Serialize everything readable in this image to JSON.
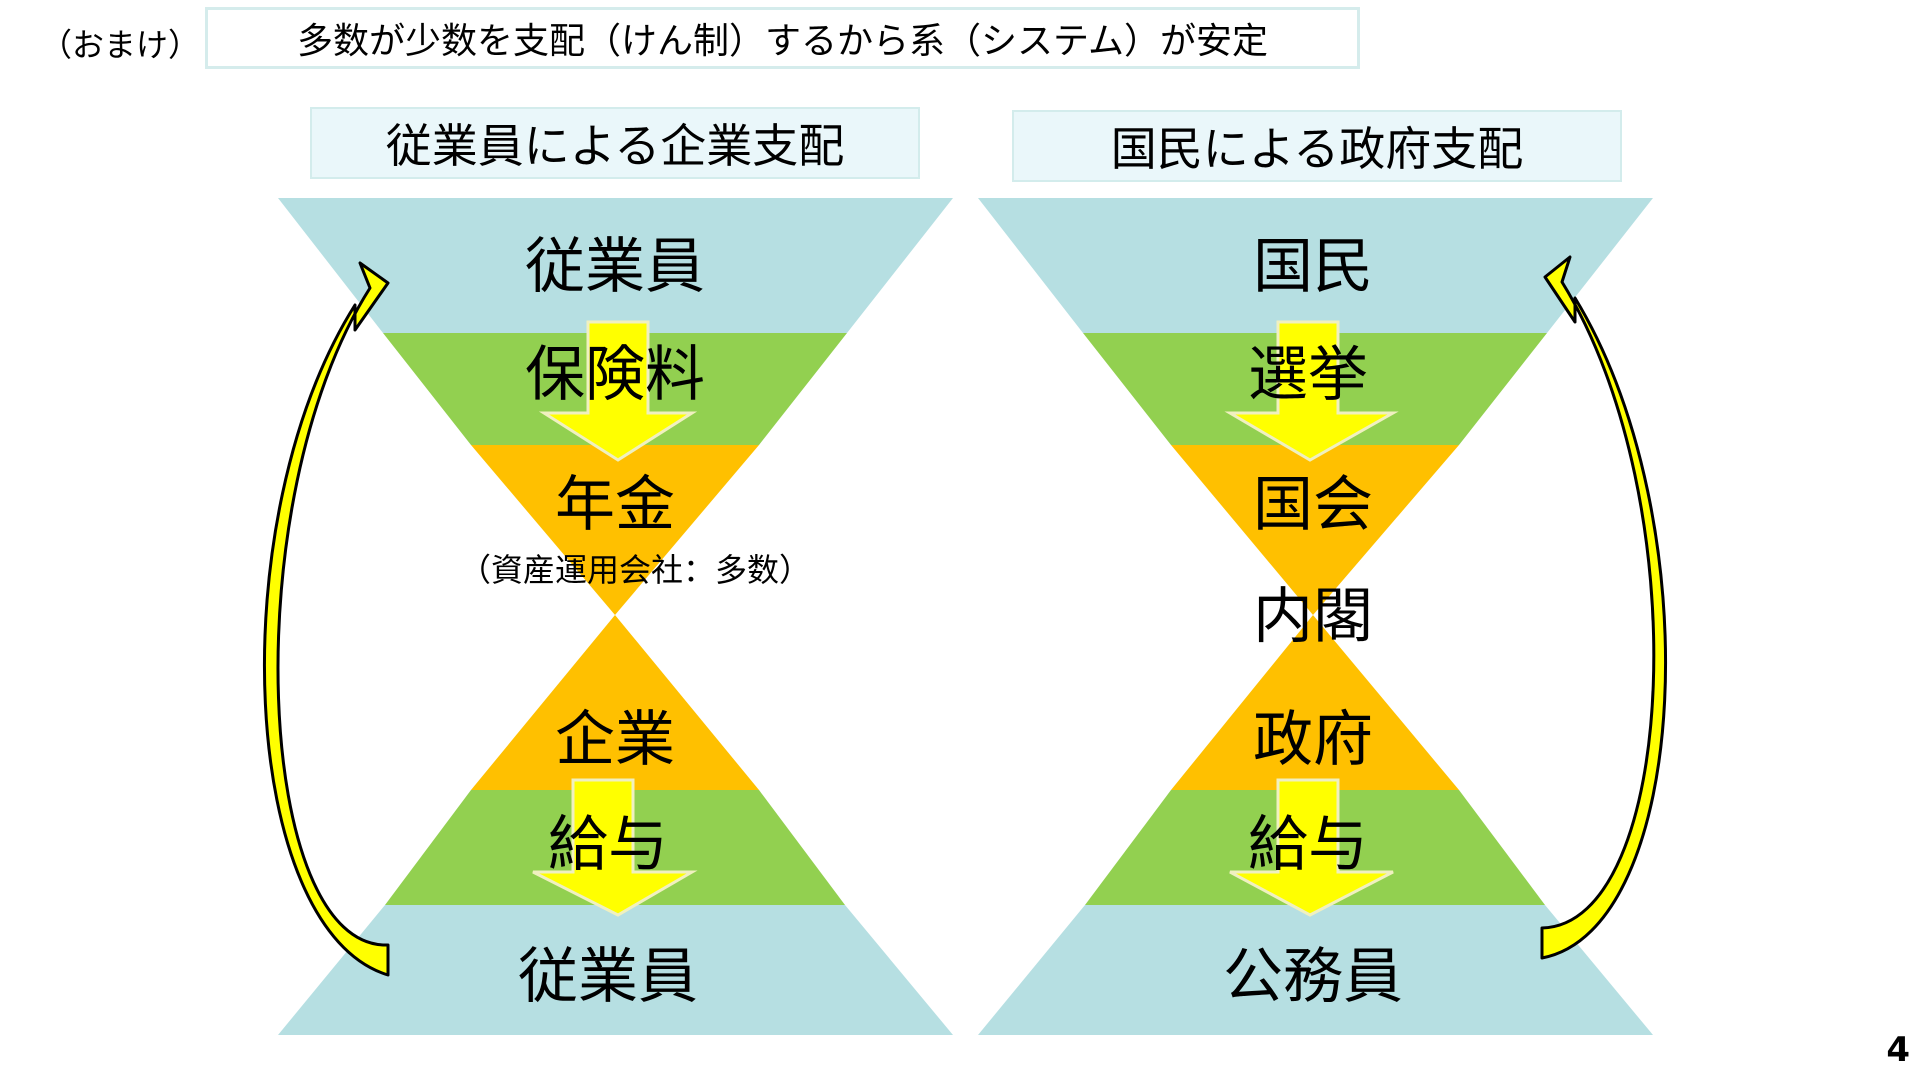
{
  "tag": "（おまけ）",
  "banner": "多数が少数を支配（けん制）するから系（システム）が安定",
  "left": {
    "title": "従業員による企業支配",
    "top": "従業員",
    "band2": "保険料",
    "band3": "年金",
    "band3_note": "（資産運用会社：多数）",
    "band4": "企業",
    "band5": "給与",
    "bottom": "従業員"
  },
  "right": {
    "title": "国民による政府支配",
    "top": "国民",
    "band2": "選挙",
    "band3": "国会",
    "center": "内閣",
    "band4": "政府",
    "band5": "給与",
    "bottom": "公務員"
  },
  "page_number": "4",
  "colors": {
    "blue_band": "#b6dfe2",
    "green_band": "#92d050",
    "orange_band": "#ffc000",
    "arrow_yellow": "#ffff00",
    "curve_yellow": "#e6e600"
  }
}
